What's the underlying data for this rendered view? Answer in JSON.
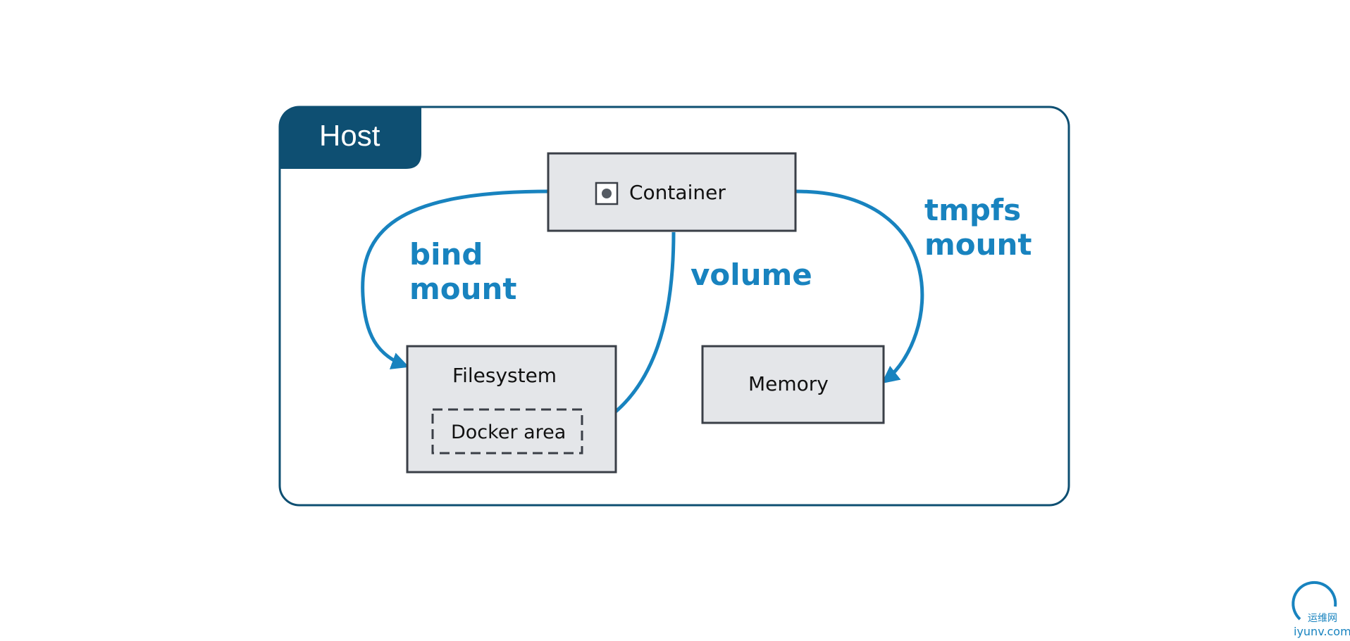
{
  "host": {
    "label": "Host"
  },
  "nodes": {
    "container": {
      "label": "Container",
      "icon": "container-icon"
    },
    "filesystem": {
      "label": "Filesystem"
    },
    "docker_area": {
      "label": "Docker area"
    },
    "memory": {
      "label": "Memory"
    }
  },
  "edges": {
    "bind_mount": {
      "line1": "bind",
      "line2": "mount"
    },
    "volume": {
      "label": "volume"
    },
    "tmpfs_mount": {
      "line1": "tmpfs",
      "line2": "mount"
    }
  },
  "watermark": {
    "cn": "运维网",
    "domain": "iyunv.com"
  },
  "colors": {
    "host_frame": "#0e4f72",
    "host_tab": "#0e4f72",
    "arrow": "#1883bf",
    "box_fill": "#e4e6e9",
    "box_stroke": "#3a3f47"
  }
}
